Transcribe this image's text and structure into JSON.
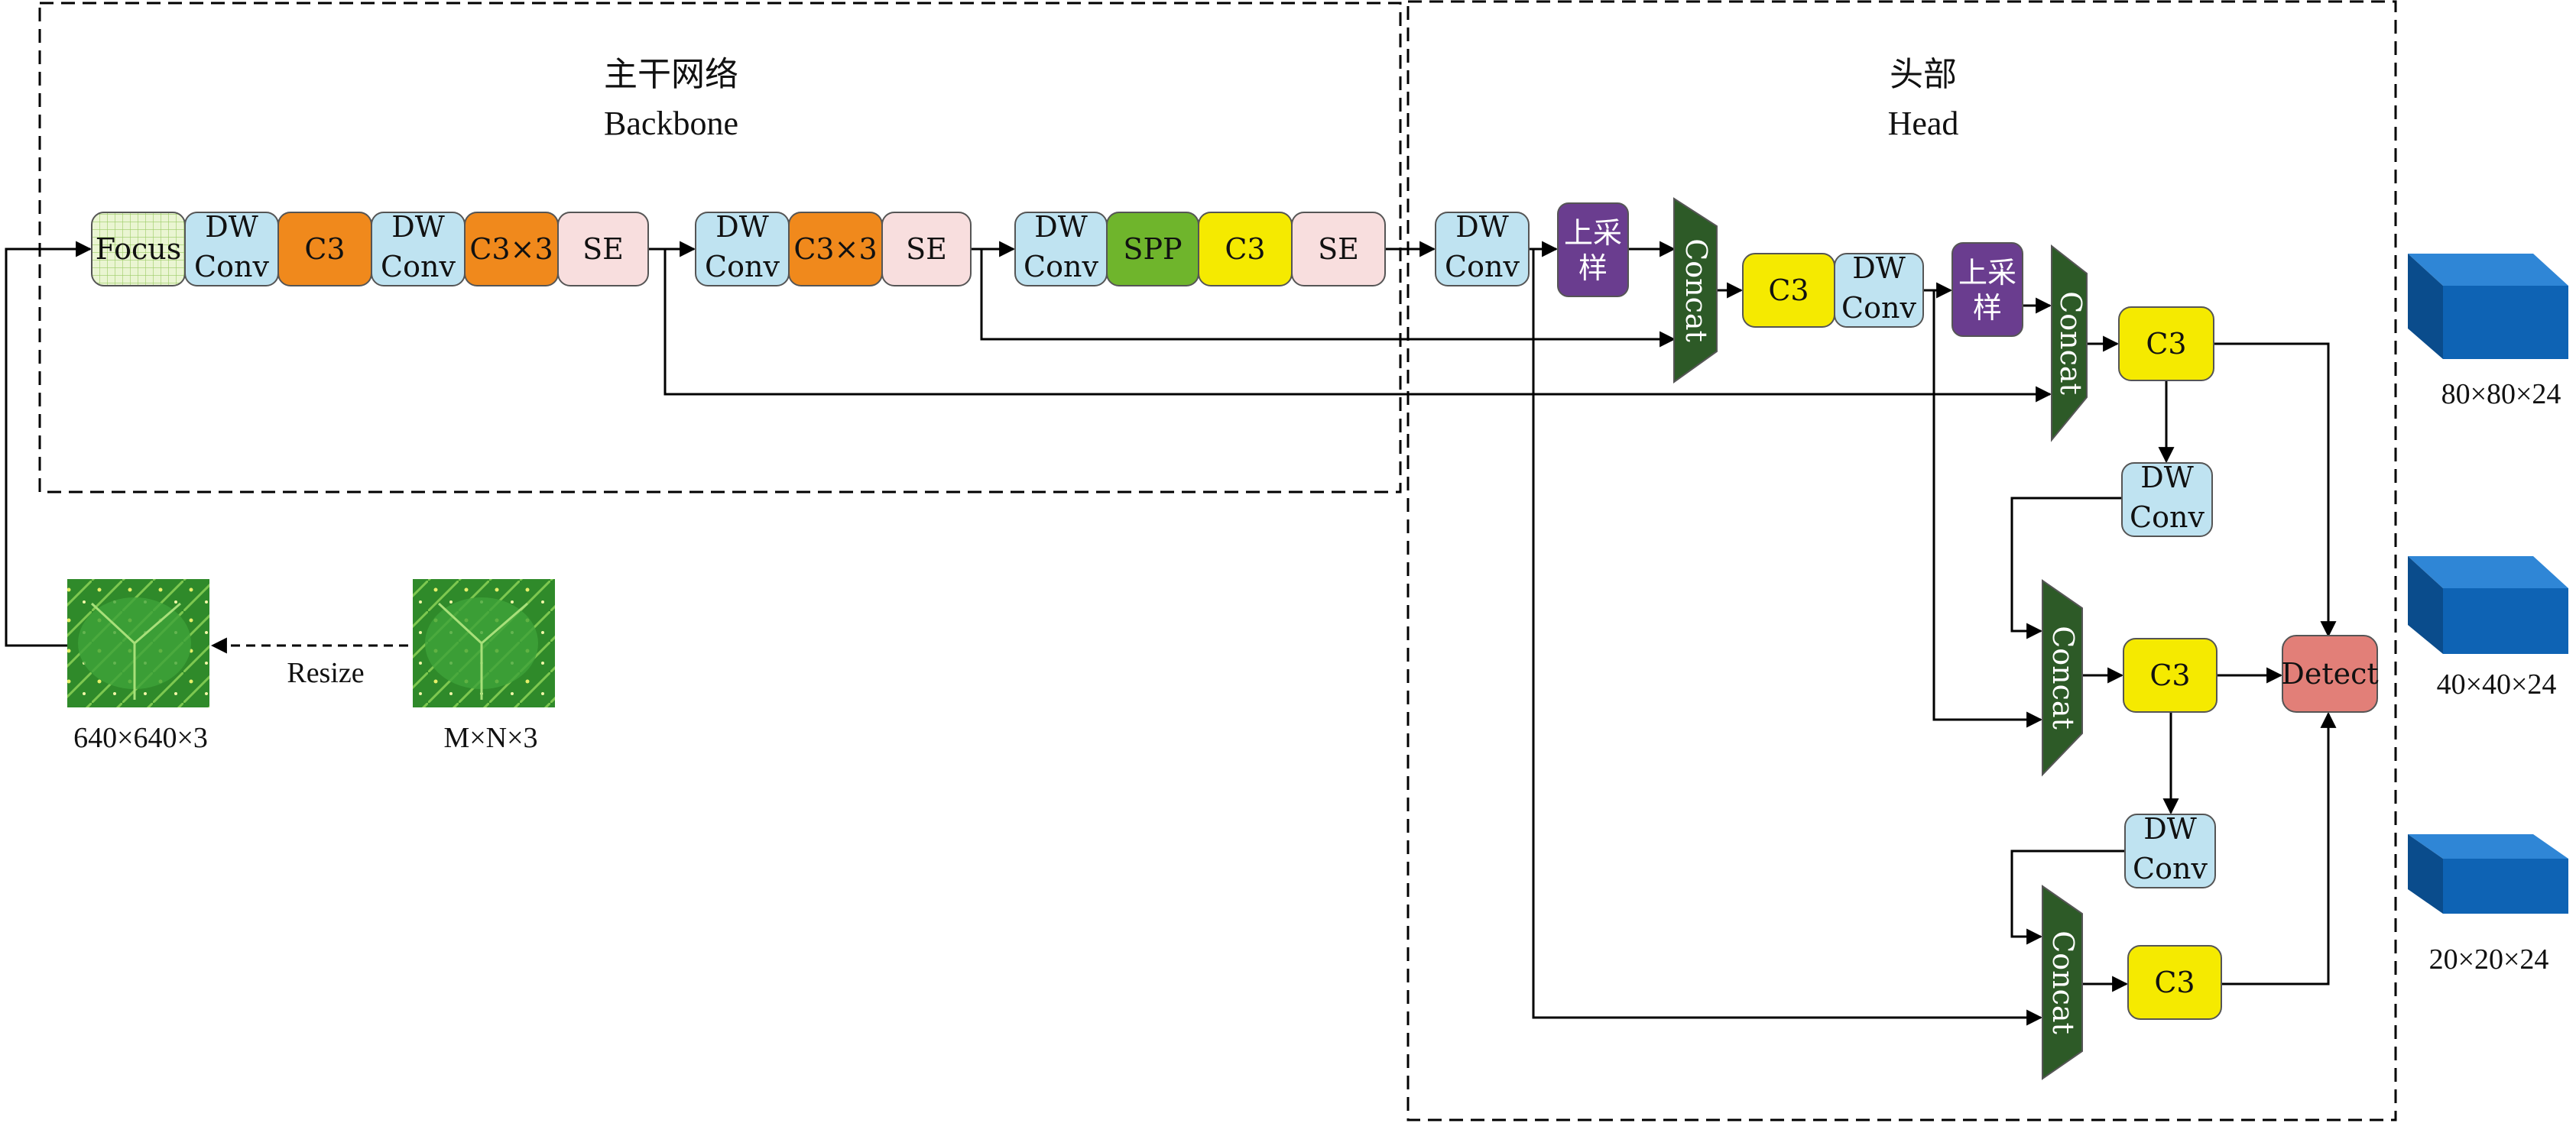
{
  "backbone": {
    "title_cn": "主干网络",
    "title_en": "Backbone"
  },
  "head": {
    "title_cn": "头部",
    "title_en": "Head"
  },
  "blocks": {
    "focus": "Focus",
    "dw": [
      "DW",
      "Conv"
    ],
    "c3": "C3",
    "c3x3": "C3×3",
    "se": "SE",
    "spp": "SPP",
    "upsample": [
      "上采",
      "样"
    ],
    "concat": "Concat",
    "detect": "Detect"
  },
  "images": {
    "resize_label": "Resize",
    "input_size": "640×640×3",
    "original_size": "M×N×3"
  },
  "outputs": [
    "80×80×24",
    "40×40×24",
    "20×20×24"
  ],
  "colors": {
    "dw": "#bfe3f1",
    "c3x": "#f0891c",
    "c3": "#f5ea00",
    "se": "#f8dede",
    "spp": "#6fb52c",
    "focus": "#eaf5d2",
    "upsample": "#6a3d8f",
    "concat": "#2d5a27",
    "detect": "#e27f78",
    "cube": "#0e63b4"
  }
}
